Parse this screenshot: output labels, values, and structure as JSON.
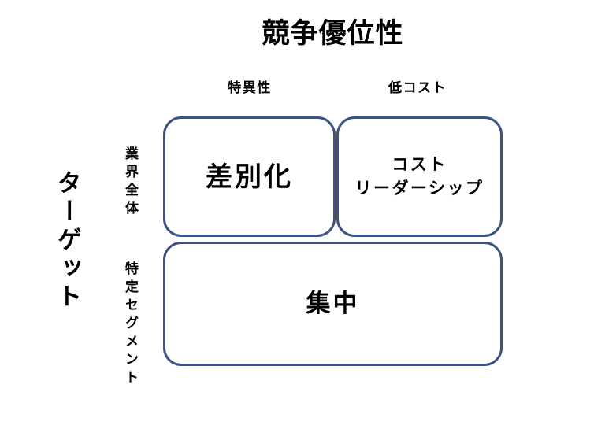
{
  "diagram": {
    "title": "競争優位性",
    "axes": {
      "horizontal_axis_title": "競争優位性",
      "vertical_axis_title": "ターゲット",
      "columns": [
        {
          "label": "特異性"
        },
        {
          "label": "低コスト"
        }
      ],
      "rows": [
        {
          "label": "業界全体"
        },
        {
          "label": "特定セグメント"
        }
      ]
    },
    "cells": [
      {
        "name": "differentiation",
        "row": "業界全体",
        "column": "特異性",
        "line1": "差別化",
        "line2": ""
      },
      {
        "name": "cost-leadership",
        "row": "業界全体",
        "column": "低コスト",
        "line1": "コスト",
        "line2": "リーダーシップ"
      },
      {
        "name": "focus",
        "row": "特定セグメント",
        "column": "特異性 / 低コスト",
        "line1": "集中",
        "line2": ""
      }
    ],
    "colors": {
      "border": "#3b5282",
      "background": "#ffffff",
      "text": "#000000"
    }
  }
}
